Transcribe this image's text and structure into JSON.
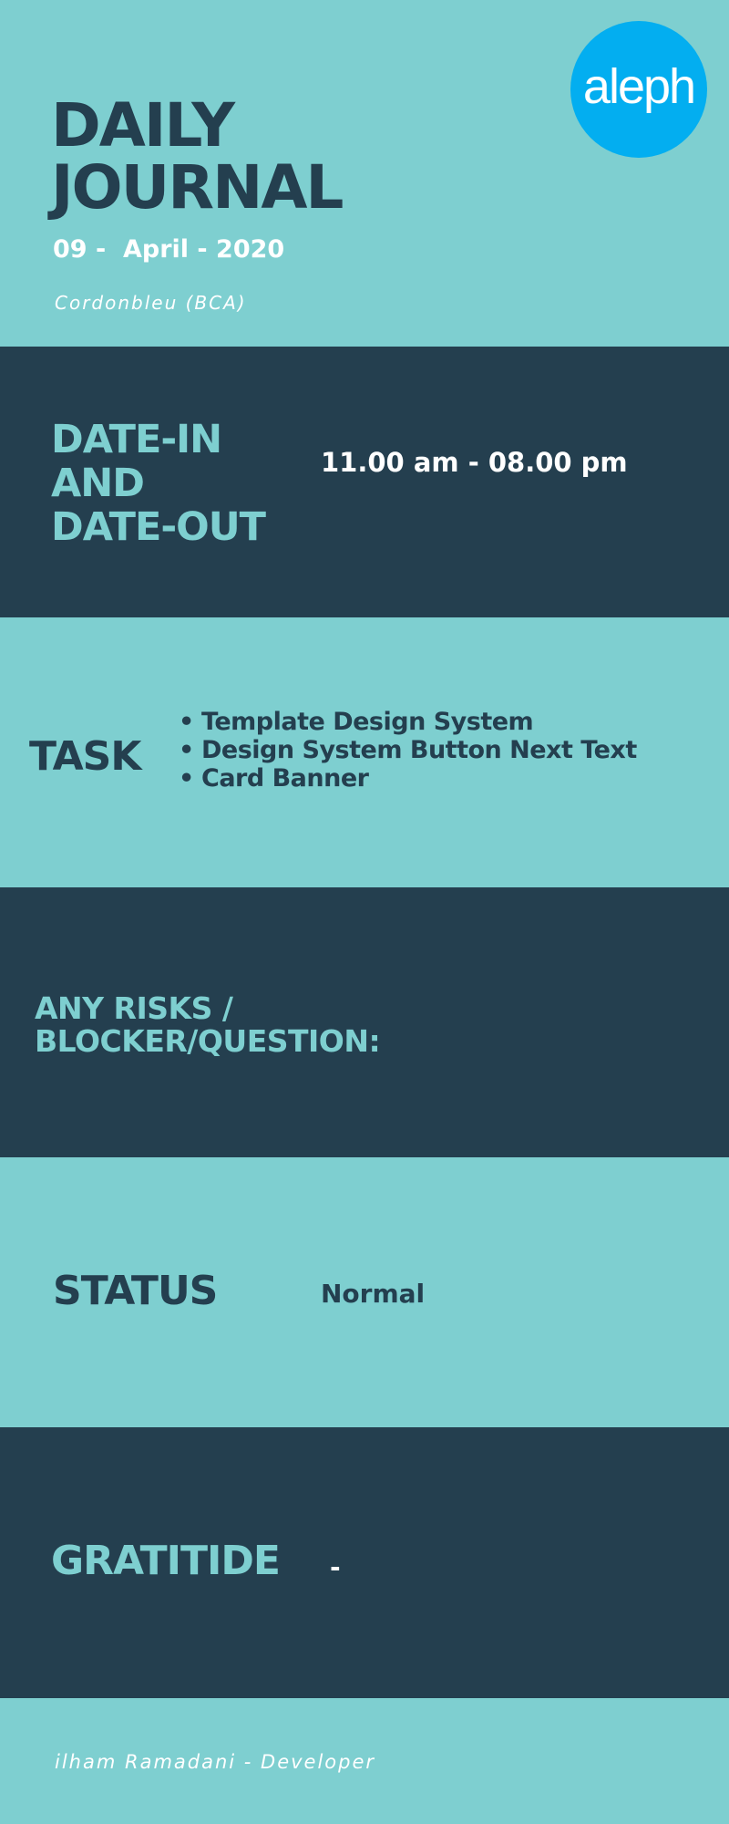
{
  "header": {
    "title_line1": "DAILY",
    "title_line2": "JOURNAL",
    "date": "09 -  April - 2020",
    "company": "Cordonbleu (BCA)",
    "logo_text": "aleph"
  },
  "date_in_out": {
    "label_line1": "DATE-IN",
    "label_line2": "AND",
    "label_line3": "DATE-OUT",
    "value": "11.00 am - 08.00 pm"
  },
  "task": {
    "label": "TASK",
    "items": [
      "Template Design System",
      "Design System Button Next Text",
      "Card Banner"
    ]
  },
  "risks": {
    "label_line1": "ANY RISKS /",
    "label_line2": "BLOCKER/QUESTION:"
  },
  "status": {
    "label": "STATUS",
    "value": "Normal"
  },
  "gratitude": {
    "label": "GRATITIDE",
    "value": "-"
  },
  "footer": {
    "text": "ilham Ramadani - Developer"
  },
  "colors": {
    "light_band": "#7ecfd0",
    "dark_band": "#243f4f",
    "logo_blue": "#03aef0",
    "text_white": "#ffffff"
  }
}
